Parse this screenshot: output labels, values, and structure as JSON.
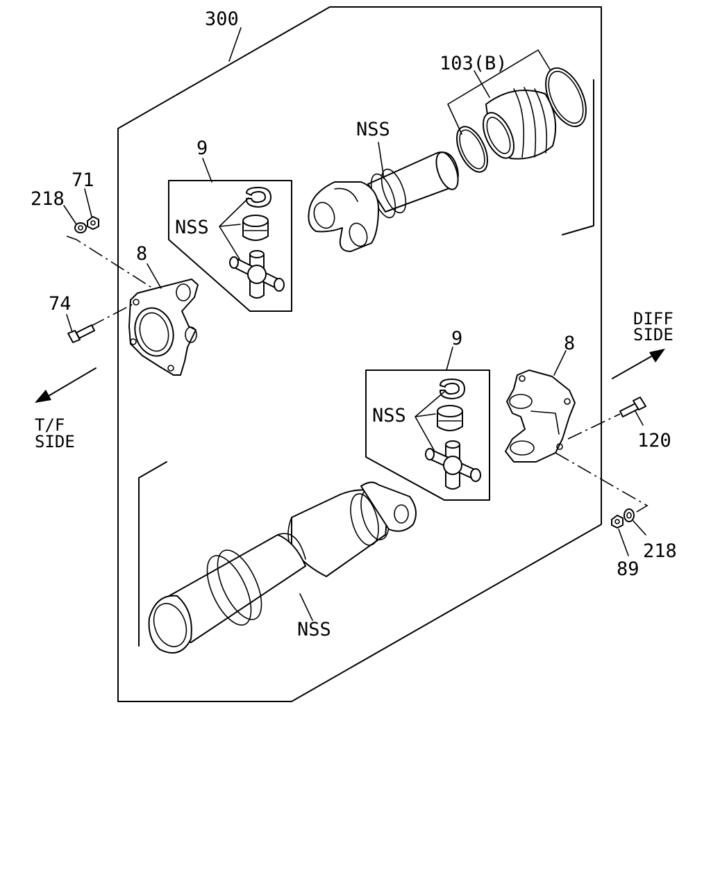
{
  "labels": {
    "assembly": "300",
    "seal_boot": "103(B)",
    "nss_slip_yoke": "NSS",
    "kit_upper": "9",
    "kit_upper_nss": "NSS",
    "washer_left": "218",
    "nut_left": "71",
    "flange_yoke_left": "8",
    "bolt_left": "74",
    "tf_side_line1": "T/F",
    "tf_side_line2": "SIDE",
    "diff_side_line1": "DIFF",
    "diff_side_line2": "SIDE",
    "kit_lower": "9",
    "kit_lower_nss": "NSS",
    "flange_yoke_right": "8",
    "bolt_right": "120",
    "washer_right": "218",
    "nut_right": "89",
    "nss_tube": "NSS"
  }
}
